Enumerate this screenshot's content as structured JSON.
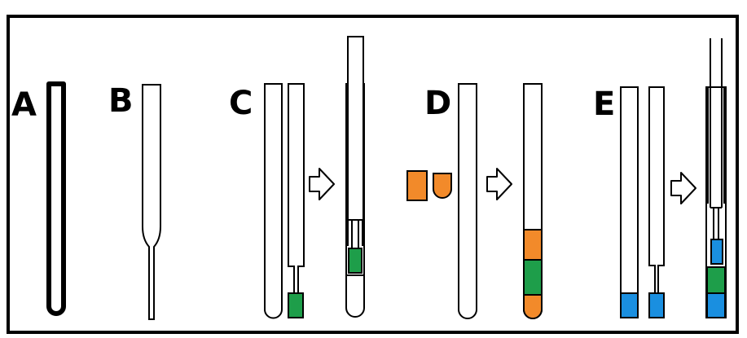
{
  "panels": [
    {
      "label": "A"
    },
    {
      "label": "B"
    },
    {
      "label": "C"
    },
    {
      "label": "D"
    },
    {
      "label": "E"
    }
  ],
  "colors": {
    "outline": "#000000",
    "background": "#ffffff",
    "green": "#1e9e4a",
    "orange": "#f28a2a",
    "blue": "#1a8fe0"
  },
  "icons": [
    "right-arrow-icon"
  ]
}
